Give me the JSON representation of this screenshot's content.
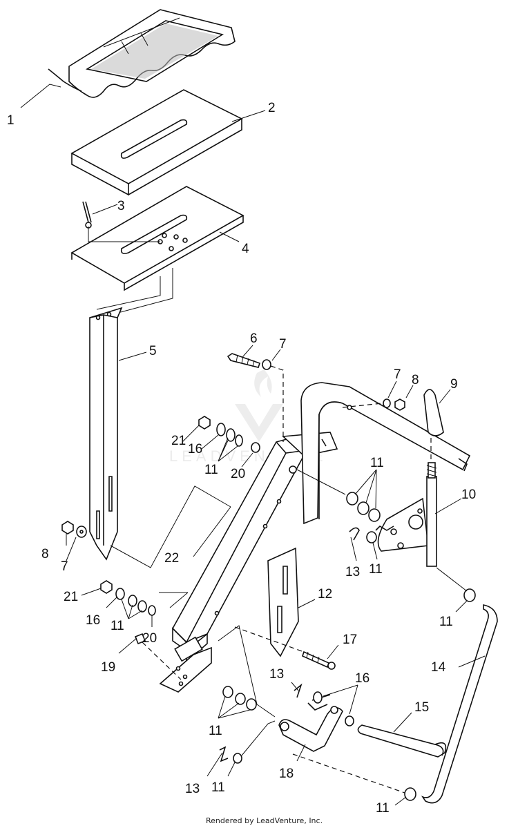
{
  "footer": "Rendered by LeadVenture, Inc.",
  "watermark": "LEADVENTURE",
  "callouts": [
    {
      "id": "c1",
      "text": "1"
    },
    {
      "id": "c2",
      "text": "2"
    },
    {
      "id": "c3",
      "text": "3"
    },
    {
      "id": "c4",
      "text": "4"
    },
    {
      "id": "c5",
      "text": "5"
    },
    {
      "id": "c6",
      "text": "6"
    },
    {
      "id": "c7a",
      "text": "7"
    },
    {
      "id": "c7b",
      "text": "7"
    },
    {
      "id": "c7c",
      "text": "7"
    },
    {
      "id": "c8a",
      "text": "8"
    },
    {
      "id": "c8b",
      "text": "8"
    },
    {
      "id": "c9",
      "text": "9"
    },
    {
      "id": "c10",
      "text": "10"
    },
    {
      "id": "c11a",
      "text": "11"
    },
    {
      "id": "c11b",
      "text": "11"
    },
    {
      "id": "c11c",
      "text": "11"
    },
    {
      "id": "c11d",
      "text": "11"
    },
    {
      "id": "c11e",
      "text": "11"
    },
    {
      "id": "c11f",
      "text": "11"
    },
    {
      "id": "c11g",
      "text": "11"
    },
    {
      "id": "c11h",
      "text": "11"
    },
    {
      "id": "c12",
      "text": "12"
    },
    {
      "id": "c13a",
      "text": "13"
    },
    {
      "id": "c13b",
      "text": "13"
    },
    {
      "id": "c13c",
      "text": "13"
    },
    {
      "id": "c14",
      "text": "14"
    },
    {
      "id": "c15",
      "text": "15"
    },
    {
      "id": "c16a",
      "text": "16"
    },
    {
      "id": "c16b",
      "text": "16"
    },
    {
      "id": "c16c",
      "text": "16"
    },
    {
      "id": "c17",
      "text": "17"
    },
    {
      "id": "c18",
      "text": "18"
    },
    {
      "id": "c19",
      "text": "19"
    },
    {
      "id": "c20a",
      "text": "20"
    },
    {
      "id": "c20b",
      "text": "20"
    },
    {
      "id": "c21a",
      "text": "21"
    },
    {
      "id": "c21b",
      "text": "21"
    },
    {
      "id": "c22",
      "text": "22"
    }
  ]
}
